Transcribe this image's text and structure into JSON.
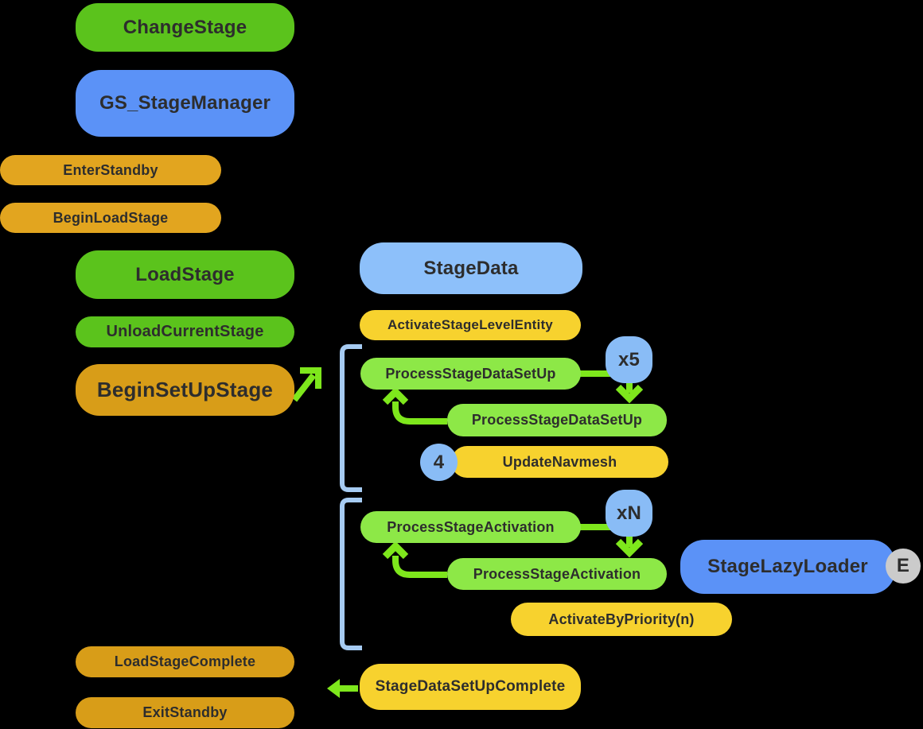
{
  "diagram": {
    "nodes": {
      "change_stage": "ChangeStage",
      "gs_stage_manager": "GS_StageManager",
      "enter_standby": "EnterStandby",
      "begin_load_stage": "BeginLoadStage",
      "load_stage": "LoadStage",
      "unload_current_stage": "UnloadCurrentStage",
      "begin_setup_stage": "BeginSetUpStage",
      "stage_data": "StageData",
      "activate_stage_level_entity": "ActivateStageLevelEntity",
      "process_stage_data_setup_call": "ProcessStageDataSetUp",
      "process_stage_data_setup_impl": "ProcessStageDataSetUp",
      "update_navmesh": "UpdateNavmesh",
      "process_stage_activation_call": "ProcessStageActivation",
      "process_stage_activation_impl": "ProcessStageActivation",
      "stage_lazy_loader": "StageLazyLoader",
      "activate_by_priority": "ActivateByPriority(n)",
      "load_stage_complete": "LoadStageComplete",
      "stage_data_setup_complete": "StageDataSetUpComplete",
      "exit_standby": "ExitStandby"
    },
    "badges": {
      "x5": "x5",
      "navmesh_count": "4",
      "xn": "xN",
      "event": "E"
    },
    "colors": {
      "background": "#000000",
      "green": "#5bc31c",
      "light_green": "#8de847",
      "arrow_green": "#7ee71c",
      "blue": "#5b92f7",
      "light_blue": "#8dc0fa",
      "badge_blue": "#89bcf6",
      "bracket_blue": "#a6cbf2",
      "gold": "#e2a51f",
      "dark_gold": "#d89d18",
      "yellow": "#f7d22e",
      "badge_gray": "#cbcbcb",
      "text": "#2d2d2d"
    }
  }
}
